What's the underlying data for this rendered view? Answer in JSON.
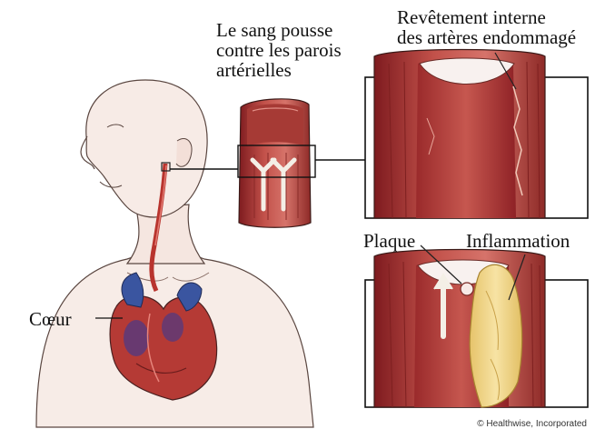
{
  "labels": {
    "sang_line1": "Le sang pousse",
    "sang_line2": "contre les parois",
    "sang_line3": "artérielles",
    "revetement_line1": "Revêtement interne",
    "revetement_line2": "des artères endommagé",
    "plaque": "Plaque",
    "inflammation": "Inflammation",
    "coeur": "Cœur"
  },
  "credit": "© Healthwise, Incorporated",
  "colors": {
    "artery_outer": "#c2514a",
    "artery_inner": "#8e1f25",
    "artery_lumen": "#c9605a",
    "plaque": "#f3d98a",
    "skin": "#f6e8e2",
    "outline": "#3a2a26",
    "blood_arrow": "#f4efe6"
  },
  "icons": [
    "heart-icon",
    "blood-flow-arrow-icon"
  ]
}
